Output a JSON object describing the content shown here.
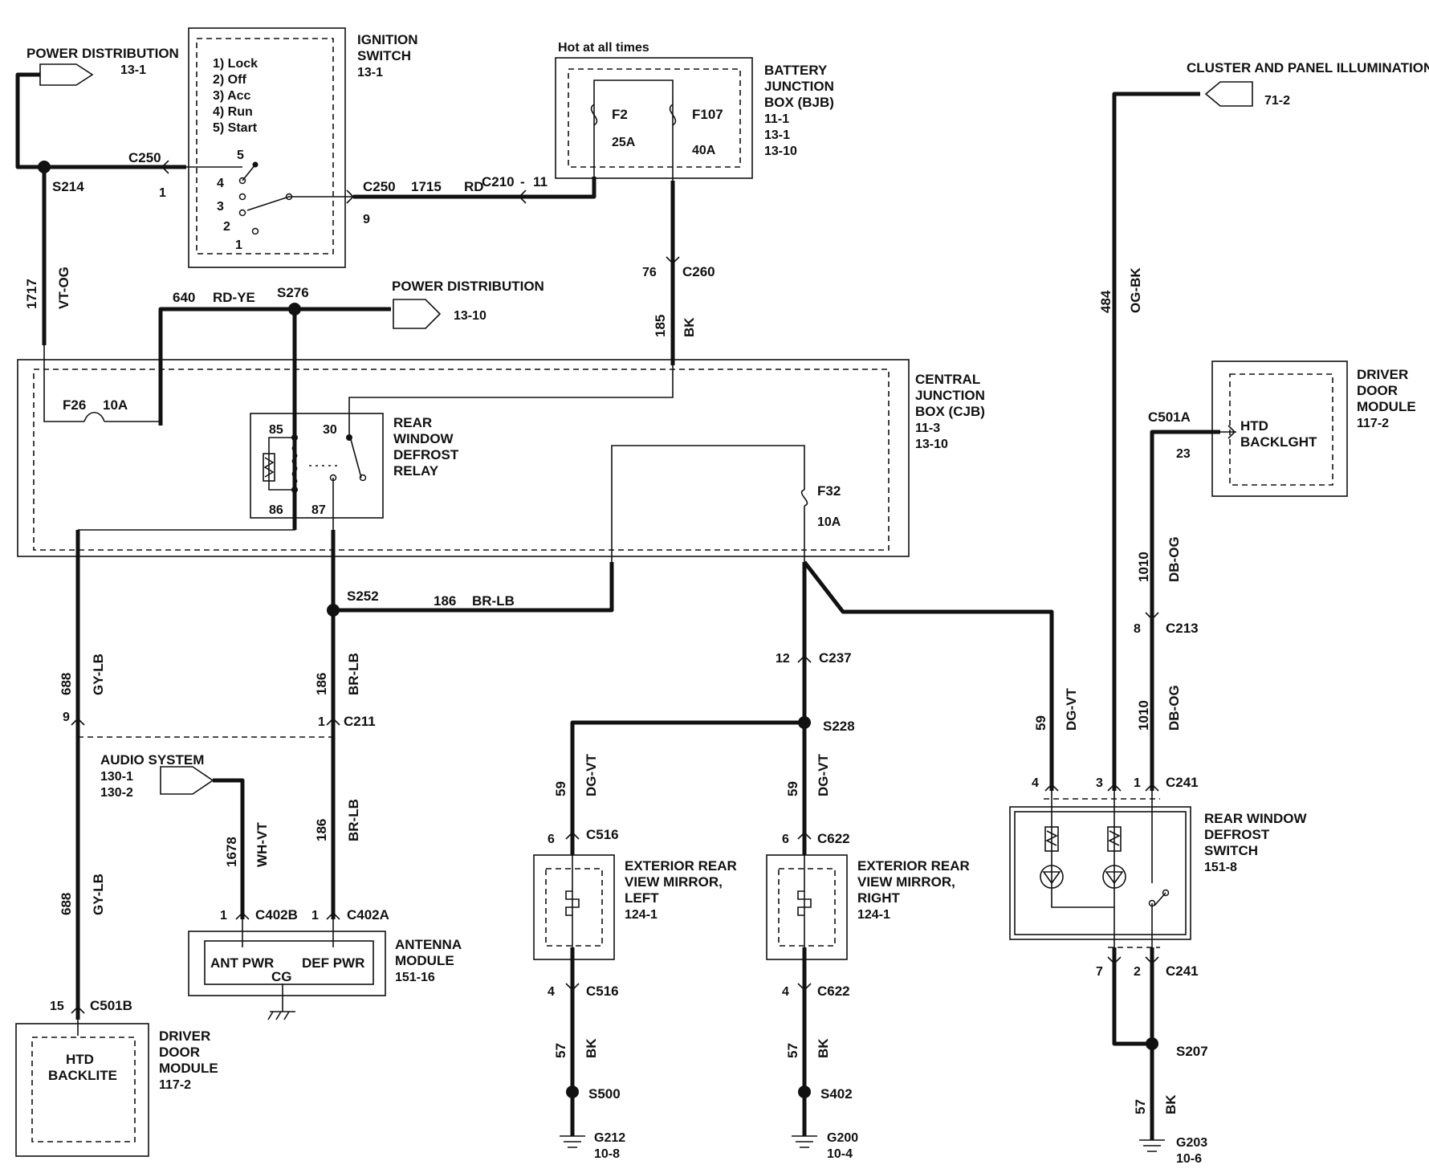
{
  "labels": {
    "pd1": "POWER DISTRIBUTION",
    "pd1_ref": "13-1",
    "pd2": "POWER DISTRIBUTION",
    "pd2_ref": "13-10",
    "ign_title1": "IGNITION",
    "ign_title2": "SWITCH",
    "ign_ref": "13-1",
    "ign_p1": "1) Lock",
    "ign_p2": "2) Off",
    "ign_p3": "3) Acc",
    "ign_p4": "4) Run",
    "ign_p5": "5) Start",
    "hot": "Hot at all times",
    "bjb1": "BATTERY",
    "bjb2": "JUNCTION",
    "bjb3": "BOX (BJB)",
    "bjb4": "11-1",
    "bjb5": "13-1",
    "bjb6": "13-10",
    "f2": "F2",
    "f2a": "25A",
    "f107": "F107",
    "f107a": "40A",
    "cluster": "CLUSTER AND PANEL ILLUMINATION",
    "cluster_ref": "71-2",
    "c250a": "C250",
    "c250a_pin": "1",
    "s214": "S214",
    "c250b": "C250",
    "c250b_pin": "9",
    "w1715": "1715",
    "rd": "RD",
    "c210": "C210",
    "c210_dash": "-",
    "c210_pin": "11",
    "c260": "C260",
    "c260_pin": "76",
    "w185": "185",
    "bk185": "BK",
    "w1717": "1717",
    "vtog": "VT-OG",
    "w640": "640",
    "rdye": "RD-YE",
    "s276": "S276",
    "w484": "484",
    "ogbk": "OG-BK",
    "cjb1": "CENTRAL",
    "cjb2": "JUNCTION",
    "cjb3": "BOX (CJB)",
    "cjb4": "11-3",
    "cjb5": "13-10",
    "f26": "F26",
    "f26a": "10A",
    "relay1": "REAR",
    "relay2": "WINDOW",
    "relay3": "DEFROST",
    "relay4": "RELAY",
    "r85": "85",
    "r30": "30",
    "r86": "86",
    "r87": "87",
    "f32": "F32",
    "f32a": "10A",
    "ddm1": "DRIVER",
    "ddm2": "DOOR",
    "ddm3": "MODULE",
    "ddm4": "117-2",
    "htd1": "HTD",
    "htd2": "BACKLGHT",
    "c501a": "C501A",
    "c501a_pin": "23",
    "w1010a": "1010",
    "dboga": "DB-OG",
    "c213": "C213",
    "c213_pin": "8",
    "w1010b": "1010",
    "dbogb": "DB-OG",
    "s252": "S252",
    "w186": "186",
    "brlb": "BR-LB",
    "w688a": "688",
    "gylba": "GY-LB",
    "c9": "9",
    "w186b": "186",
    "brlbb": "BR-LB",
    "c211": "C211",
    "c211_pin": "1",
    "c237": "C237",
    "c237_pin": "12",
    "s228": "S228",
    "w59a": "59",
    "dgvta": "DG-VT",
    "audio1": "AUDIO SYSTEM",
    "audio2": "130-1",
    "audio3": "130-2",
    "w1678": "1678",
    "whvt": "WH-VT",
    "w186c": "186",
    "brlbc": "BR-LB",
    "w688b": "688",
    "gylbb": "GY-LB",
    "w59b": "59",
    "dgvtb": "DG-VT",
    "w59c": "59",
    "dgvtc": "DG-VT",
    "c516a": "C516",
    "c516a_pin": "6",
    "c622a": "C622",
    "c622a_pin": "6",
    "mirL1": "EXTERIOR REAR",
    "mirL2": "VIEW MIRROR,",
    "mirL3": "LEFT",
    "mirL4": "124-1",
    "mirR1": "EXTERIOR REAR",
    "mirR2": "VIEW MIRROR,",
    "mirR3": "RIGHT",
    "mirR4": "124-1",
    "sw_p4": "4",
    "sw_p3": "3",
    "sw_p1": "1",
    "c241a": "C241",
    "sw1": "REAR WINDOW",
    "sw2": "DEFROST",
    "sw3": "SWITCH",
    "sw4": "151-8",
    "c402b": "C402B",
    "c402b_pin": "1",
    "c402a": "C402A",
    "c402a_pin": "1",
    "ant_pwr": "ANT PWR",
    "def_pwr": "DEF PWR",
    "cg": "CG",
    "ant1": "ANTENNA",
    "ant2": "MODULE",
    "ant3": "151-16",
    "c501b": "C501B",
    "c501b_pin": "15",
    "htdl1": "HTD",
    "htdl2": "BACKLITE",
    "ddml1": "DRIVER",
    "ddml2": "DOOR",
    "ddml3": "MODULE",
    "ddml4": "117-2",
    "c516b": "C516",
    "c516b_pin": "4",
    "c622b": "C622",
    "c622b_pin": "4",
    "sw_p7": "7",
    "sw_p2": "2",
    "c241b": "C241",
    "s207": "S207",
    "w57a": "57",
    "bk57a": "BK",
    "w57b": "57",
    "bk57b": "BK",
    "w57c": "57",
    "bk57c": "BK",
    "s500": "S500",
    "s402": "S402",
    "g212": "G212",
    "g212r": "10-8",
    "g200": "G200",
    "g200r": "10-4",
    "g203": "G203",
    "g203r": "10-6"
  }
}
